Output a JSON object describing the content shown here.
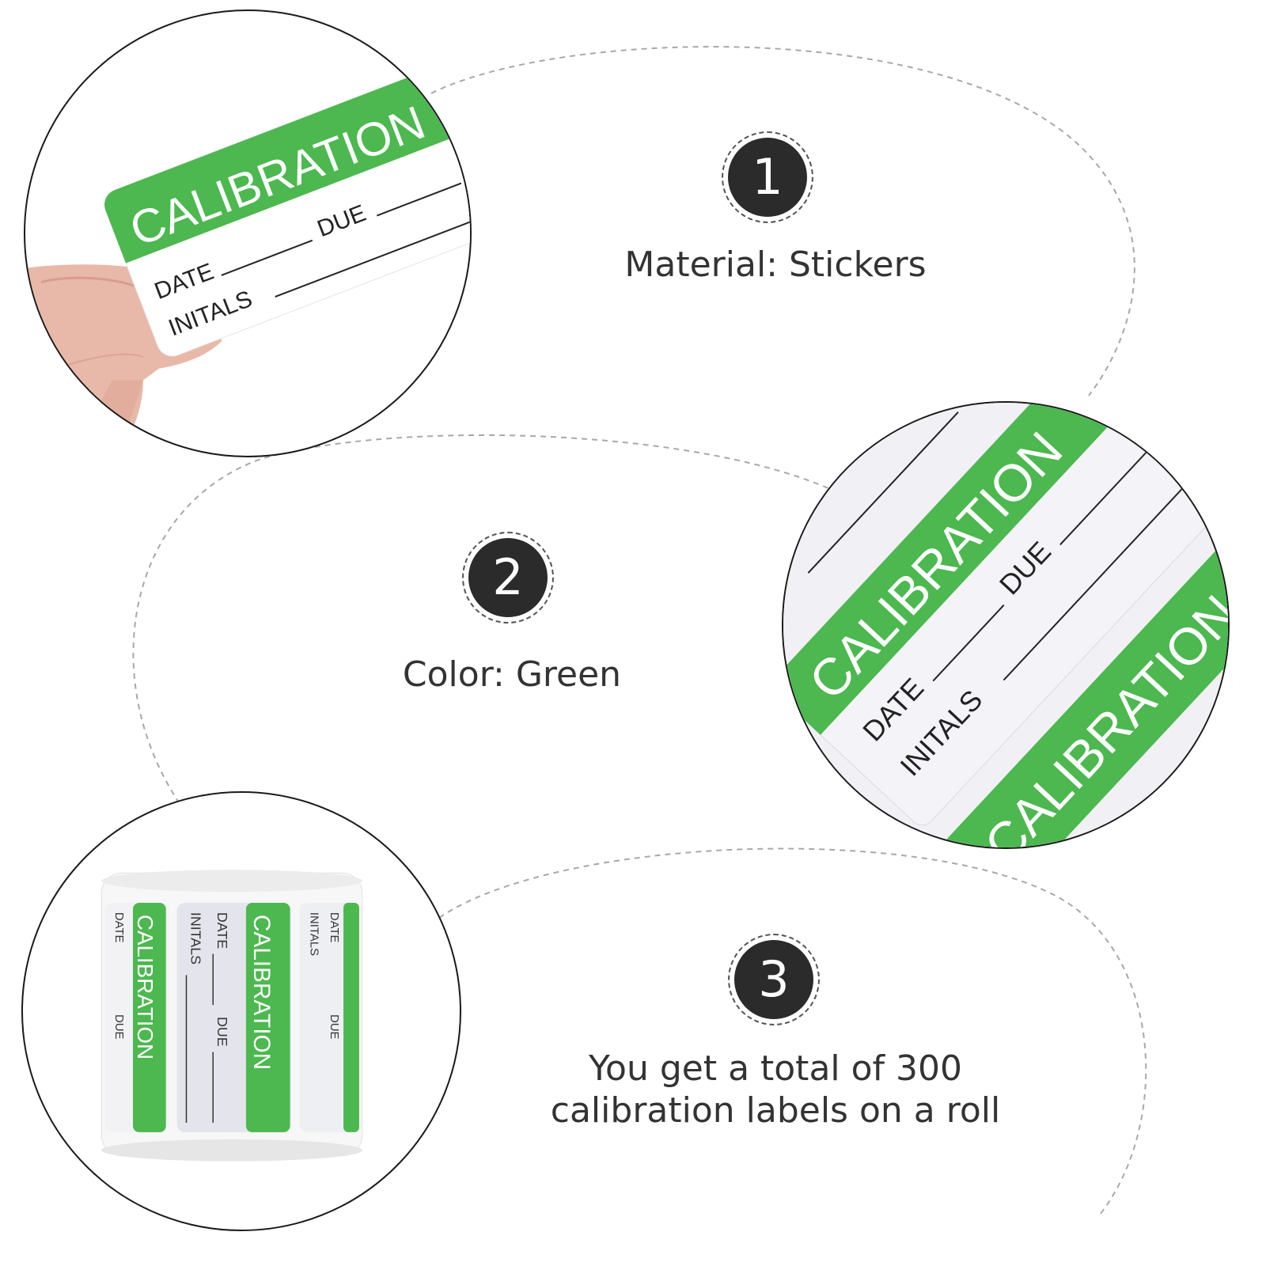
{
  "features": [
    {
      "number": "1",
      "text": "Material: Stickers"
    },
    {
      "number": "2",
      "text": "Color: Green"
    },
    {
      "number": "3",
      "lines": [
        "You get a total of 300",
        "calibration labels on a roll"
      ]
    }
  ],
  "sticker": {
    "title": "CALIBRATION",
    "date_label": "DATE",
    "due_label": "DUE",
    "initials_label": "INITALS"
  },
  "colors": {
    "sticker_green": "#4cb84f",
    "badge": "#2b2b2b",
    "dash": "#a8a8a8"
  }
}
